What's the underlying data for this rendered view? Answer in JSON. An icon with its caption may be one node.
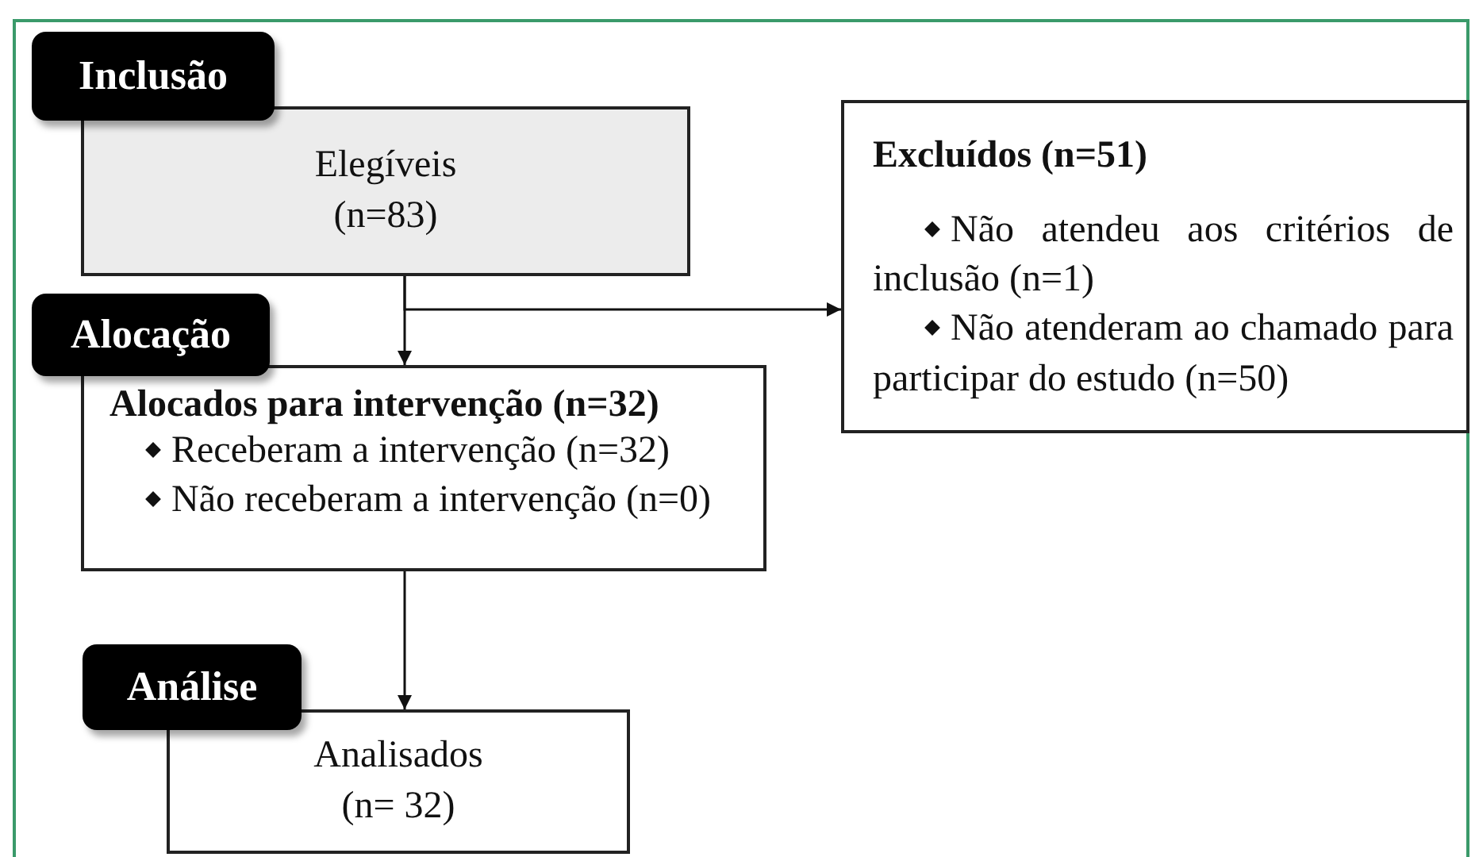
{
  "diagram": {
    "nodes": [
      {
        "text": [
          "Inclusão"
        ]
      },
      {
        "text": [
          "Elegíveis (n=83)"
        ]
      },
      {
        "text": [
          "Excluídos (n=51)",
          "Não atendeu aos critérios de inclusão (n=1)",
          "Não atenderam ao chamado para participar do estudo (n=50)"
        ]
      },
      {
        "text": [
          "Alocação"
        ]
      },
      {
        "text": [
          "Alocados para intervenção (n=32)",
          "Receberam a intervenção (n=32)",
          "Não receberam a intervenção (n=0)"
        ]
      },
      {
        "text": [
          "Análise"
        ]
      },
      {
        "text": [
          "Analisados (n= 32)"
        ]
      }
    ],
    "edges": [
      {
        "from": 1,
        "to": 4,
        "arrow": "to"
      },
      {
        "from": 1,
        "to": 2,
        "arrow": "to"
      },
      {
        "from": 4,
        "to": 6,
        "arrow": "to"
      }
    ]
  }
}
